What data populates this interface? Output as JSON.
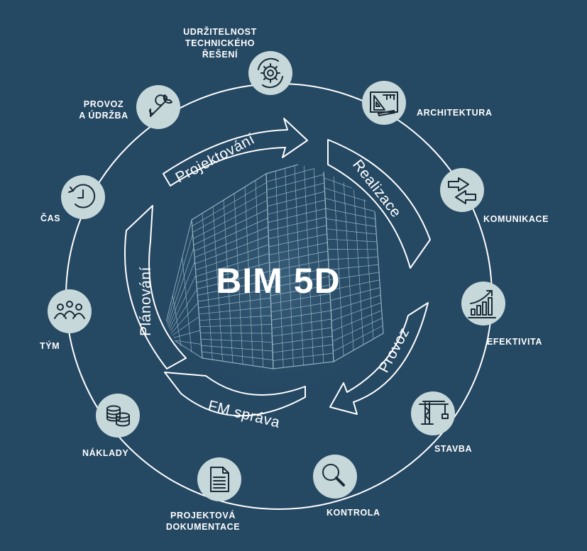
{
  "title": "BIM 5D",
  "phases": [
    {
      "id": "projektovani",
      "label": "Projektování"
    },
    {
      "id": "realizace",
      "label": "Realizace"
    },
    {
      "id": "provoz",
      "label": "Provoz"
    },
    {
      "id": "fm",
      "label": "FM správa"
    },
    {
      "id": "planovani",
      "label": "Plánování"
    }
  ],
  "nodes": [
    {
      "id": "udrzitelnost",
      "label": "UDRŽITELNOST TECHNICKÉHO ŘEŠENÍ",
      "lines": [
        "UDRŽITELNOST",
        "TECHNICKÉHO",
        "ŘEŠENÍ"
      ],
      "icon": "gear-cycle-icon"
    },
    {
      "id": "architektura",
      "label": "ARCHITEKTURA",
      "icon": "drafting-tools-icon"
    },
    {
      "id": "komunikace",
      "label": "KOMUNIKACE",
      "icon": "exchange-arrows-icon"
    },
    {
      "id": "efektivita",
      "label": "EFEKTIVITA",
      "icon": "growth-chart-icon"
    },
    {
      "id": "stavba",
      "label": "STAVBA",
      "icon": "crane-icon"
    },
    {
      "id": "kontrola",
      "label": "KONTROLA",
      "icon": "magnifier-icon"
    },
    {
      "id": "dokumentace",
      "label": "PROJEKTOVÁ DOKUMENTACE",
      "lines": [
        "PROJEKTOVÁ",
        "DOKUMENTACE"
      ],
      "icon": "document-icon"
    },
    {
      "id": "naklady",
      "label": "NÁKLADY",
      "icon": "coins-icon"
    },
    {
      "id": "tym",
      "label": "TÝM",
      "icon": "team-icon"
    },
    {
      "id": "cas",
      "label": "ČAS",
      "icon": "clock-icon"
    },
    {
      "id": "provoz-udrzba",
      "label": "PROVOZ A ÚDRŽBA",
      "lines": [
        "PROVOZ",
        "A ÚDRŽBA"
      ],
      "icon": "wrench-icon"
    }
  ],
  "colors": {
    "background": "#254863",
    "node_fill": "#c6d8da",
    "ring": "#ffffff",
    "icon_stroke": "#1b2a36",
    "building_lines": "#a9c6d4"
  }
}
